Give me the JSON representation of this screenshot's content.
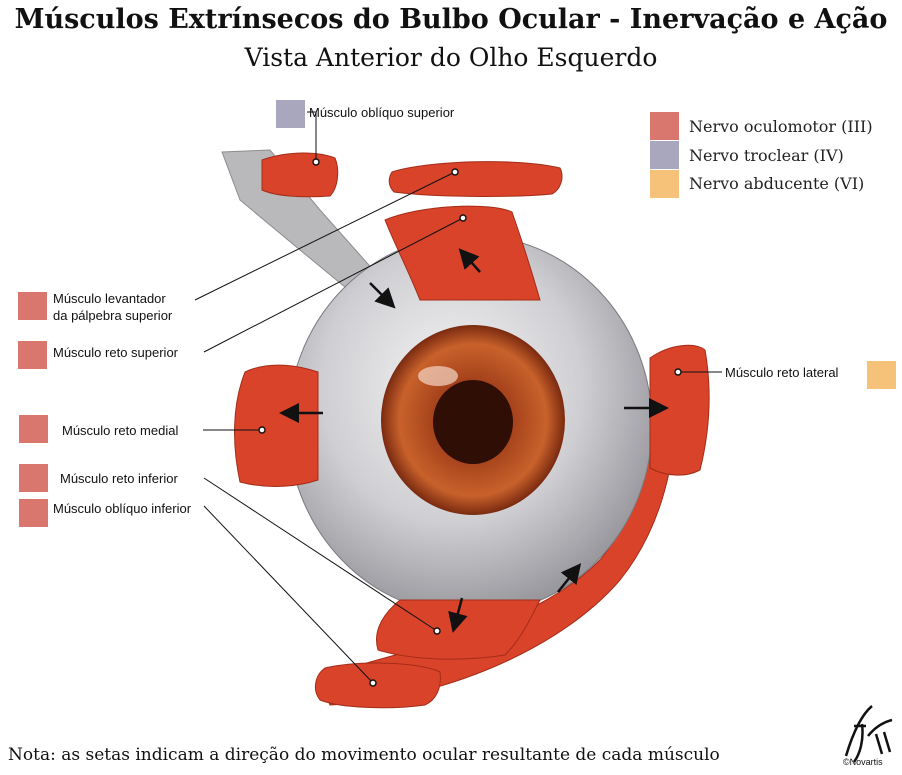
{
  "title": "Músculos Extrínsecos do Bulbo Ocular - Inervação e Ação",
  "subtitle": "Vista Anterior do Olho Esquerdo",
  "note": "Nota: as setas indicam a direção do movimento ocular resultante de cada músculo",
  "colors": {
    "oculomotor": "#d9776f",
    "troclear": "#a9a7bd",
    "abducente": "#f6c27a",
    "muscle": "#d8432a",
    "sclera": "#c9c9cc"
  },
  "legend": [
    {
      "label": "Nervo oculomotor (III)",
      "color": "#d9776f"
    },
    {
      "label": "Nervo troclear (IV)",
      "color": "#a9a7bd"
    },
    {
      "label": "Nervo abducente (VI)",
      "color": "#f6c27a"
    }
  ],
  "labels": {
    "obliquo_superior": "Músculo oblíquo superior",
    "levantador_1": "Músculo levantador",
    "levantador_2": "da pálpebra superior",
    "reto_superior": "Músculo reto superior",
    "reto_medial": "Músculo reto medial",
    "reto_inferior": "Músculo reto inferior",
    "obliquo_inferior": "Músculo oblíquo inferior",
    "reto_lateral": "Músculo reto lateral"
  },
  "credit": "©Novartis"
}
